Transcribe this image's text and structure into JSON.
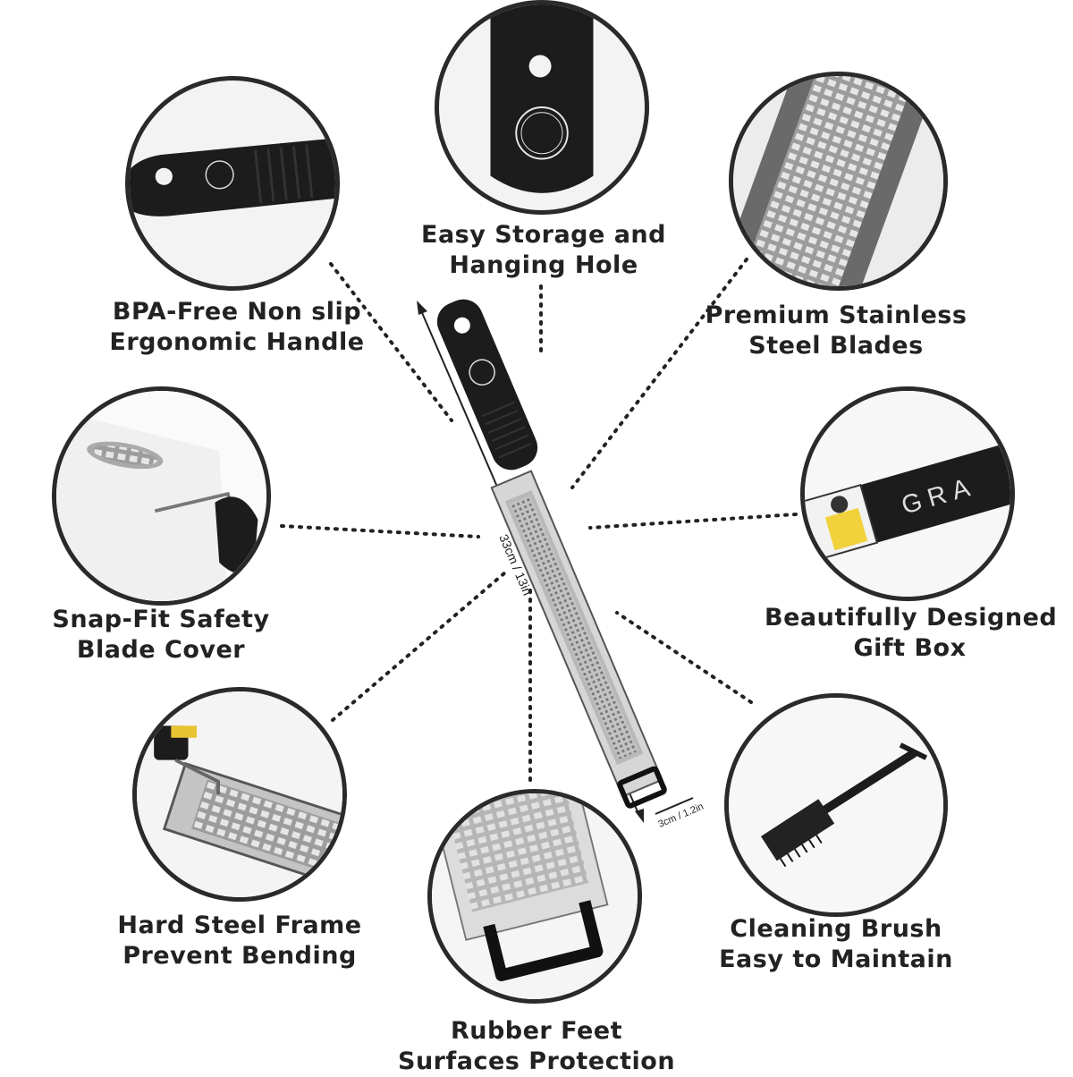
{
  "features": [
    {
      "id": "storage",
      "line1": "Easy Storage and",
      "line2": "Hanging Hole",
      "icon": "handle-hole-icon"
    },
    {
      "id": "handle",
      "line1": "BPA-Free Non slip",
      "line2": "Ergonomic Handle",
      "icon": "ergonomic-handle-icon"
    },
    {
      "id": "blades",
      "line1": "Premium Stainless",
      "line2": "Steel Blades",
      "icon": "steel-blade-icon"
    },
    {
      "id": "cover",
      "line1": "Snap-Fit Safety",
      "line2": "Blade Cover",
      "icon": "blade-cover-icon"
    },
    {
      "id": "giftbox",
      "line1": "Beautifully Designed",
      "line2": "Gift Box",
      "icon": "gift-box-icon"
    },
    {
      "id": "frame",
      "line1": "Hard Steel Frame",
      "line2": "Prevent Bending",
      "icon": "steel-frame-icon"
    },
    {
      "id": "brush",
      "line1": "Cleaning Brush",
      "line2": "Easy to Maintain",
      "icon": "cleaning-brush-icon"
    },
    {
      "id": "feet",
      "line1": "Rubber Feet",
      "line2": "Surfaces Protection",
      "icon": "rubber-feet-icon"
    }
  ],
  "product": {
    "length_label": "33cm / 13in",
    "width_label": "3cm / 1.2in",
    "box_text": "GRA"
  },
  "colors": {
    "outline": "#2a2a2a",
    "handle": "#1c1c1c",
    "steel": "#c9c9c9",
    "background": "#ffffff"
  }
}
